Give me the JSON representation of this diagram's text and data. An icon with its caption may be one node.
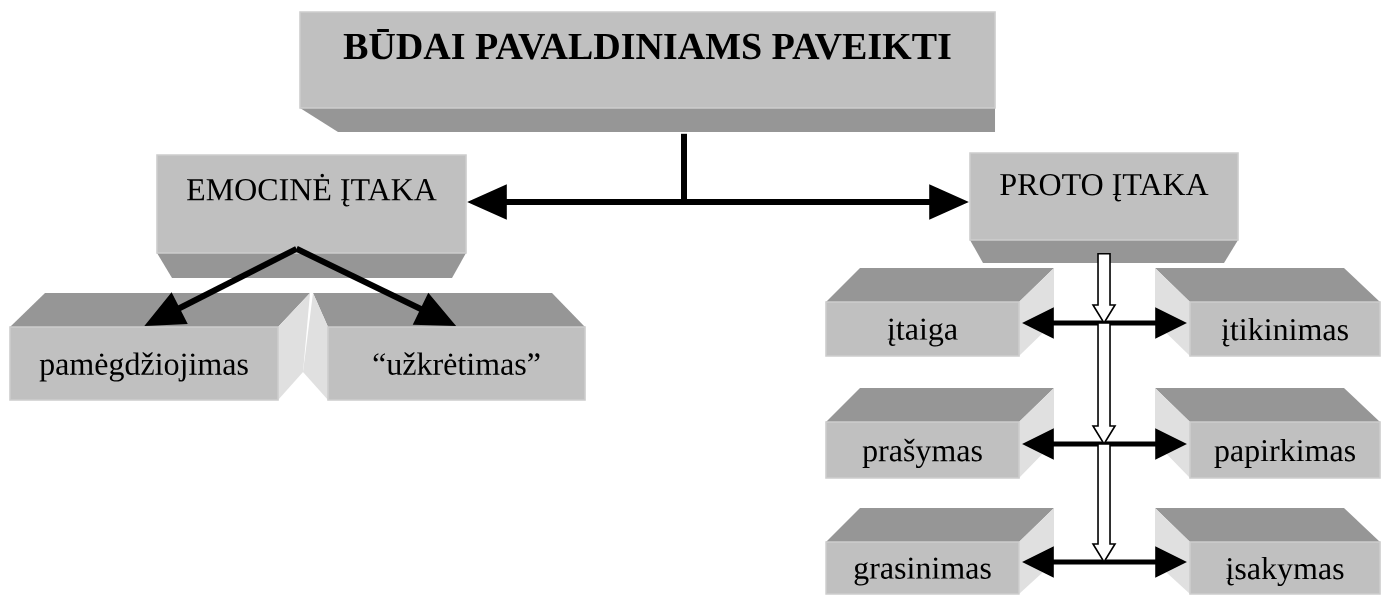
{
  "diagram": {
    "nodes": [
      {
        "text": [
          "BŪDAI PAVALDINIAMS PAVEIKTI"
        ]
      },
      {
        "text": [
          "EMOCINĖ ĮTAKA"
        ]
      },
      {
        "text": [
          "PROTO ĮTAKA"
        ]
      },
      {
        "text": [
          "pamėgdžiojimas"
        ]
      },
      {
        "text": [
          "“užkrėtimas”"
        ]
      },
      {
        "text": [
          "įtaiga"
        ]
      },
      {
        "text": [
          "įtikinimas"
        ]
      },
      {
        "text": [
          "prašymas"
        ]
      },
      {
        "text": [
          "papirkimas"
        ]
      },
      {
        "text": [
          "grasinimas"
        ]
      },
      {
        "text": [
          "įsakymas"
        ]
      }
    ],
    "edges": [
      {
        "from": 0,
        "to": 1,
        "arrow": "to"
      },
      {
        "from": 0,
        "to": 2,
        "arrow": "to"
      },
      {
        "from": 1,
        "to": 3,
        "arrow": "to"
      },
      {
        "from": 1,
        "to": 4,
        "arrow": "to"
      },
      {
        "from": 5,
        "to": 6,
        "arrow": "both"
      },
      {
        "from": 7,
        "to": 8,
        "arrow": "both"
      },
      {
        "from": 9,
        "to": 10,
        "arrow": "both"
      },
      {
        "from": 2,
        "to": null,
        "arrow": "to",
        "color": "#ffffff"
      }
    ]
  }
}
